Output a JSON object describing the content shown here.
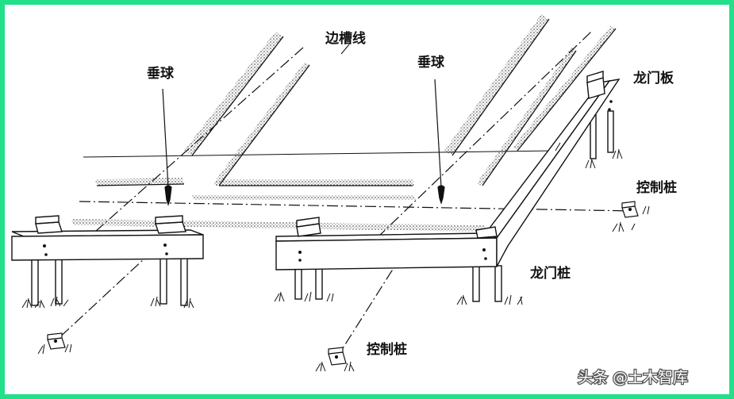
{
  "labels": {
    "trench_line": "边槽线",
    "plumb_left": "垂球",
    "plumb_right": "垂球",
    "batter_board": "龙门板",
    "control_stake_right": "控制桩",
    "batter_post": "龙门桩",
    "control_stake_bottom": "控制桩"
  },
  "watermark": "头条 @土木智库",
  "colors": {
    "border": "#22e08a",
    "ink": "#111111",
    "background": "#ffffff"
  }
}
